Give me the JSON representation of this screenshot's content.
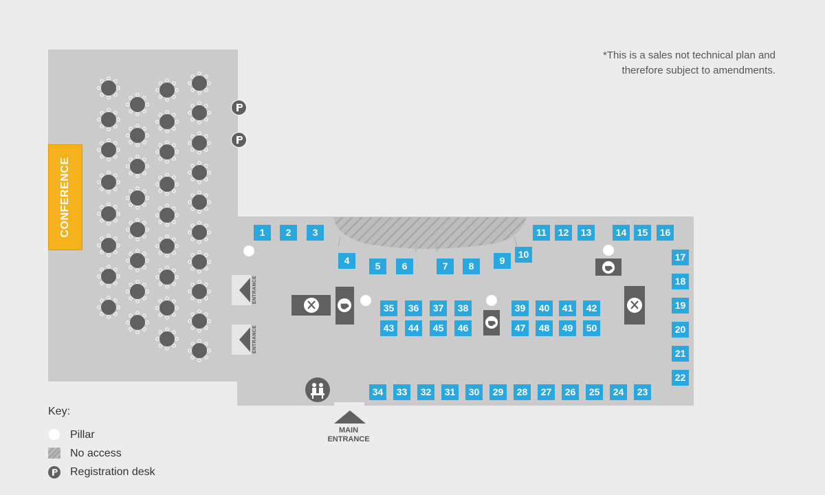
{
  "note": {
    "line1": "*This is a sales not technical plan and",
    "line2": "therefore subject to amendments."
  },
  "conference_label": "CONFERENCE",
  "entrance_label": "ENTRANCE",
  "main_entrance": {
    "line1": "MAIN",
    "line2": "ENTRANCE"
  },
  "key": {
    "title": "Key:",
    "pillar": "Pillar",
    "no_access": "No access",
    "registration": "Registration desk"
  },
  "stands": [
    "1",
    "2",
    "3",
    "4",
    "5",
    "6",
    "7",
    "8",
    "9",
    "10",
    "11",
    "12",
    "13",
    "14",
    "15",
    "16",
    "17",
    "18",
    "19",
    "20",
    "21",
    "22",
    "23",
    "24",
    "25",
    "26",
    "27",
    "28",
    "29",
    "30",
    "31",
    "32",
    "33",
    "34",
    "35",
    "36",
    "37",
    "38",
    "39",
    "40",
    "41",
    "42",
    "43",
    "44",
    "45",
    "46",
    "47",
    "48",
    "49",
    "50"
  ],
  "colors": {
    "stand": "#29a8e0",
    "hall": "#cbcbcb",
    "conference": "#f5b21a",
    "icon": "#606060",
    "pillar": "#ffffff"
  },
  "icons": [
    "restaurant-icon",
    "coffee-icon",
    "registration-desk-icon",
    "round-table-icon",
    "entrance-arrow-icon"
  ]
}
